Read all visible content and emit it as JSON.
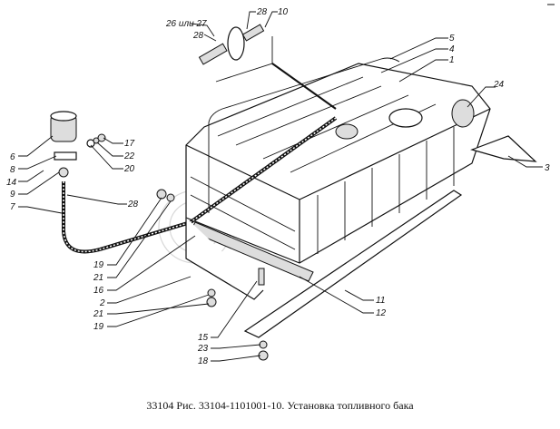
{
  "figure": {
    "caption": "33104 Рис. 33104-1101001-10. Установка топливного бака",
    "watermark": "belarpo ТОРГОВАЯ КОМПАНИЯ"
  },
  "callouts": [
    {
      "id": "c-26-27",
      "text": "26 или 27"
    },
    {
      "id": "c-28a",
      "text": "28"
    },
    {
      "id": "c-28b",
      "text": "28"
    },
    {
      "id": "c-10",
      "text": "10"
    },
    {
      "id": "c-5",
      "text": "5"
    },
    {
      "id": "c-4",
      "text": "4"
    },
    {
      "id": "c-1",
      "text": "1"
    },
    {
      "id": "c-24",
      "text": "24"
    },
    {
      "id": "c-3",
      "text": "3"
    },
    {
      "id": "c-6",
      "text": "6"
    },
    {
      "id": "c-8",
      "text": "8"
    },
    {
      "id": "c-14",
      "text": "14"
    },
    {
      "id": "c-9",
      "text": "9"
    },
    {
      "id": "c-7",
      "text": "7"
    },
    {
      "id": "c-17",
      "text": "17"
    },
    {
      "id": "c-22",
      "text": "22"
    },
    {
      "id": "c-20",
      "text": "20"
    },
    {
      "id": "c-28c",
      "text": "28"
    },
    {
      "id": "c-19a",
      "text": "19"
    },
    {
      "id": "c-21a",
      "text": "21"
    },
    {
      "id": "c-16",
      "text": "16"
    },
    {
      "id": "c-2",
      "text": "2"
    },
    {
      "id": "c-21b",
      "text": "21"
    },
    {
      "id": "c-19b",
      "text": "19"
    },
    {
      "id": "c-15",
      "text": "15"
    },
    {
      "id": "c-23",
      "text": "23"
    },
    {
      "id": "c-18",
      "text": "18"
    },
    {
      "id": "c-11",
      "text": "11"
    },
    {
      "id": "c-12",
      "text": "12"
    }
  ]
}
